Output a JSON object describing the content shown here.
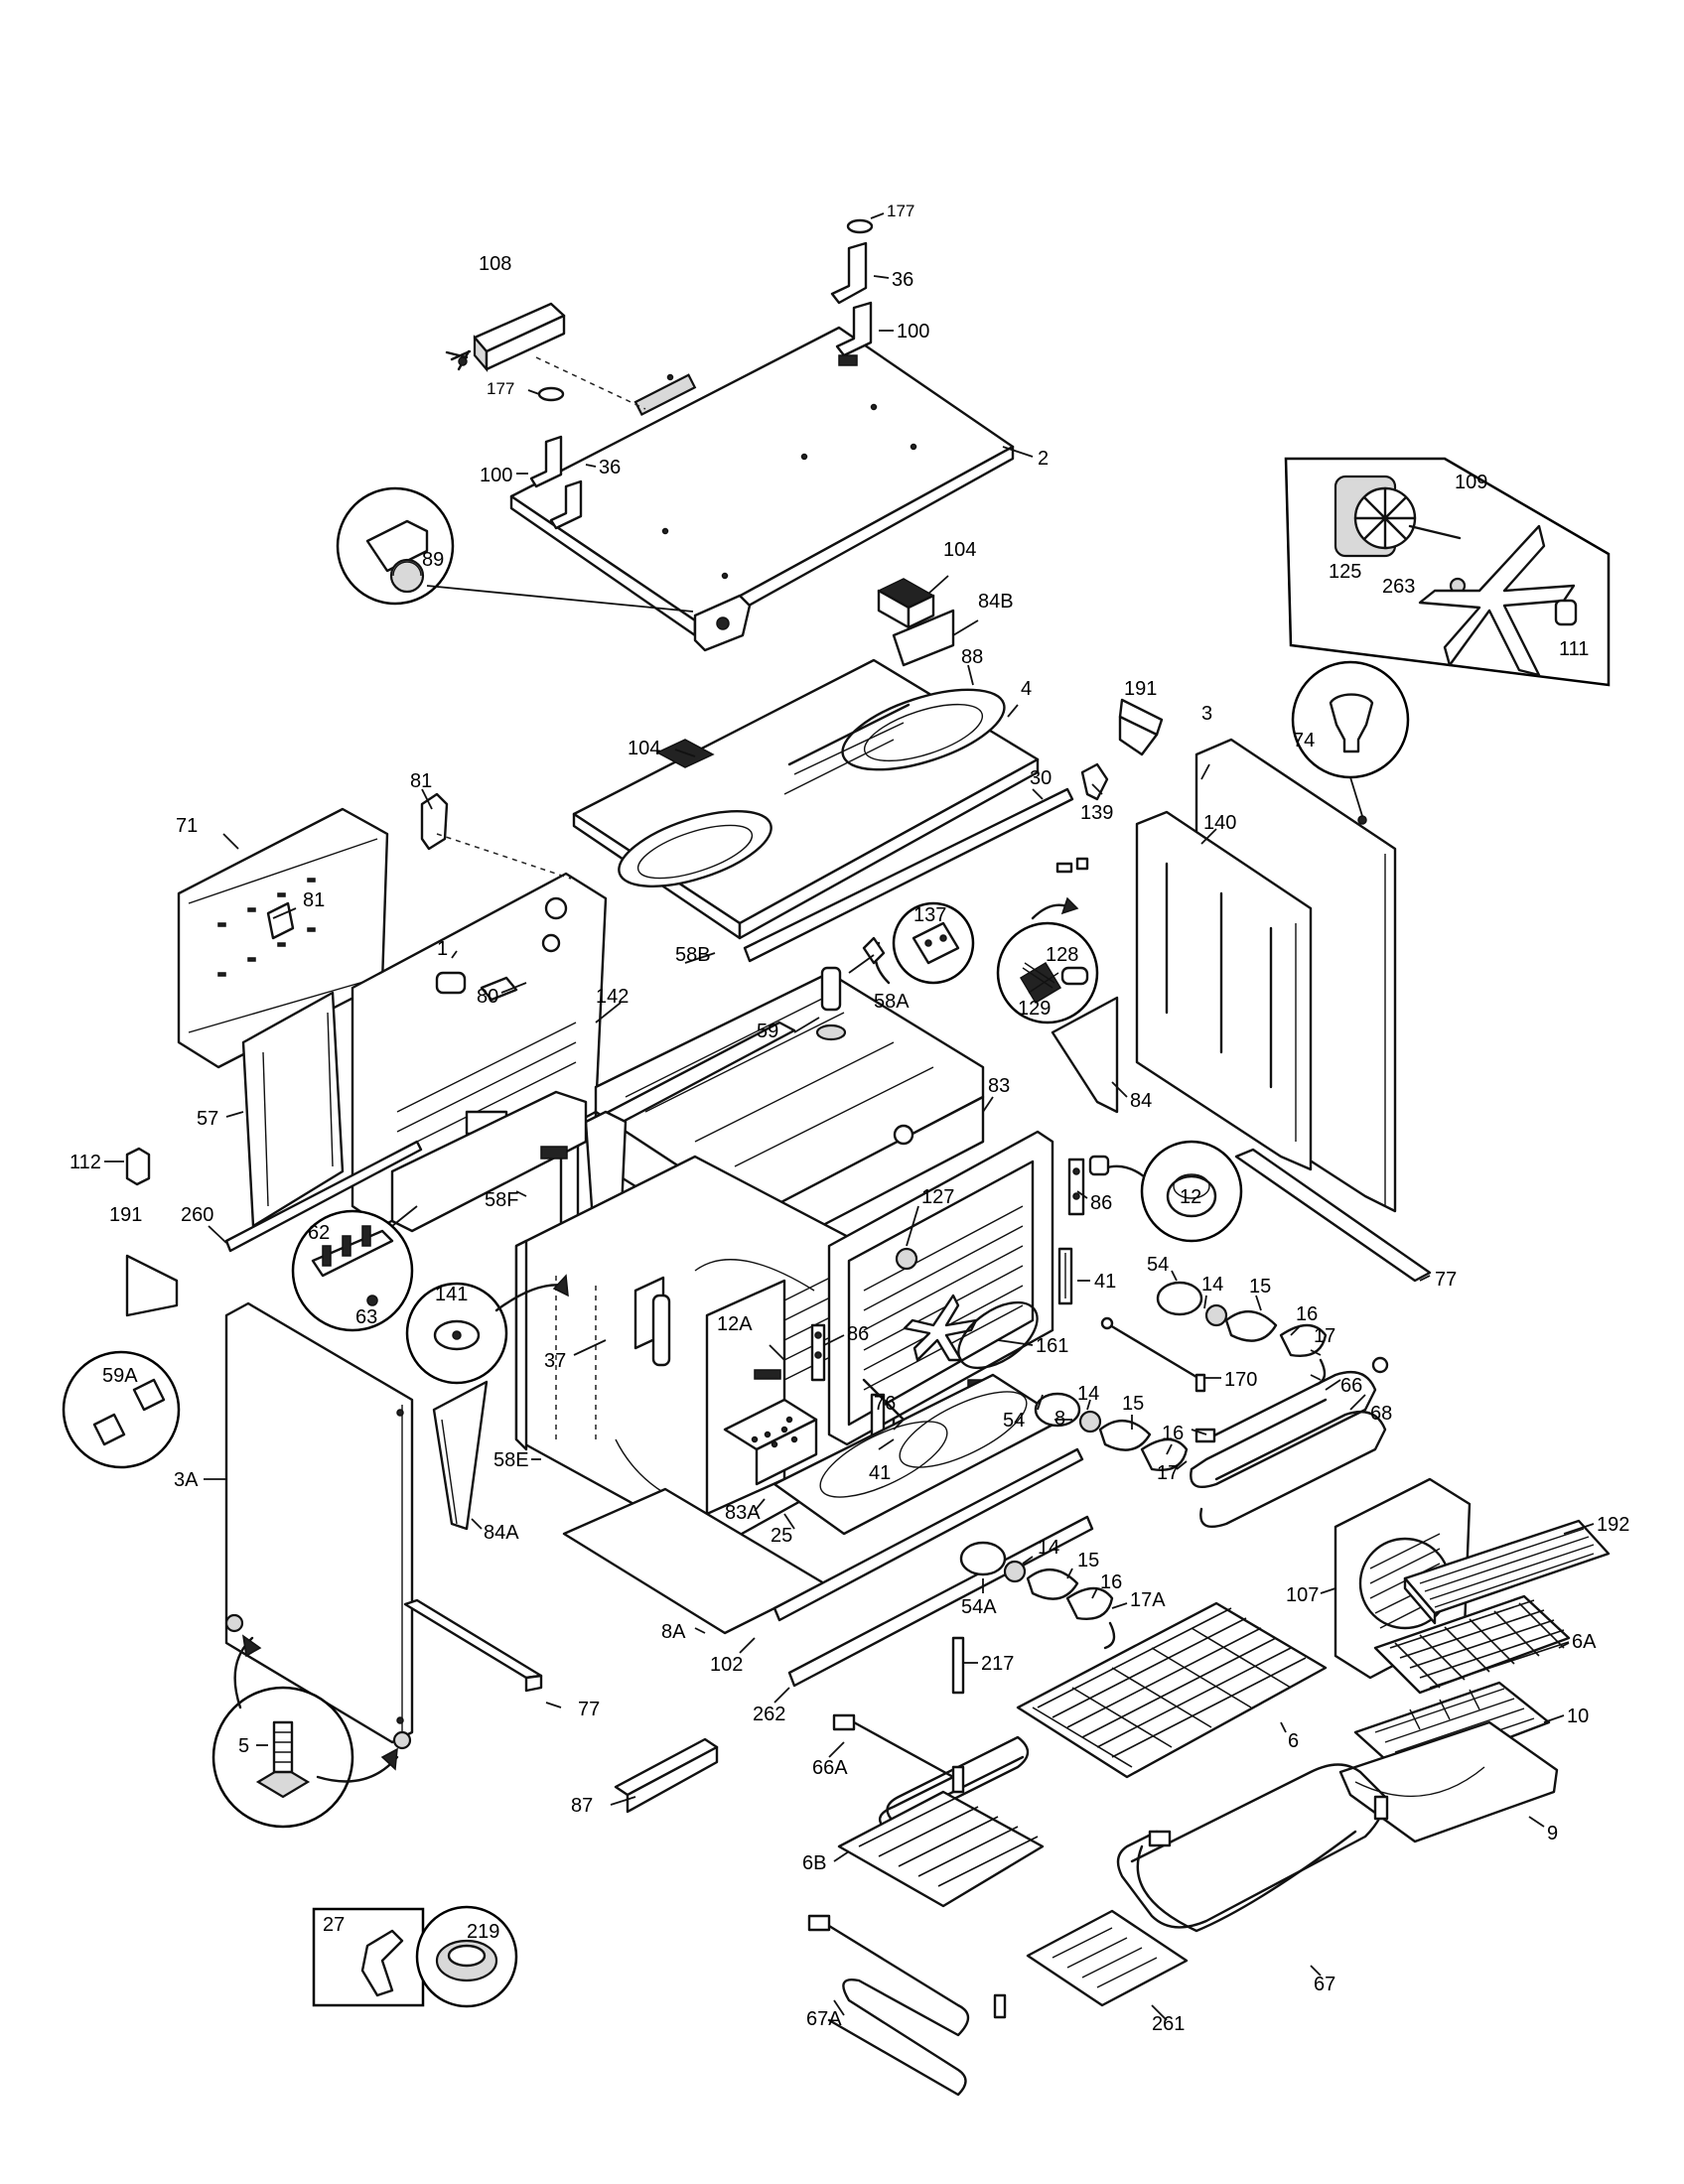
{
  "callouts": [
    {
      "id": "c177a",
      "text": "177"
    },
    {
      "id": "c36a",
      "text": "36"
    },
    {
      "id": "c108",
      "text": "108"
    },
    {
      "id": "c100a",
      "text": "100"
    },
    {
      "id": "c177b",
      "text": "177"
    },
    {
      "id": "c100b",
      "text": "100"
    },
    {
      "id": "c36b",
      "text": "36"
    },
    {
      "id": "c2",
      "text": "2"
    },
    {
      "id": "c89",
      "text": "89"
    },
    {
      "id": "c104a",
      "text": "104"
    },
    {
      "id": "c84b",
      "text": "84B"
    },
    {
      "id": "c125",
      "text": "125"
    },
    {
      "id": "c109",
      "text": "109"
    },
    {
      "id": "c263",
      "text": "263"
    },
    {
      "id": "c111",
      "text": "111"
    },
    {
      "id": "c88",
      "text": "88"
    },
    {
      "id": "c4",
      "text": "4"
    },
    {
      "id": "c191a",
      "text": "191"
    },
    {
      "id": "c3",
      "text": "3"
    },
    {
      "id": "c74",
      "text": "74"
    },
    {
      "id": "c104b",
      "text": "104"
    },
    {
      "id": "c30",
      "text": "30"
    },
    {
      "id": "c139",
      "text": "139"
    },
    {
      "id": "c140",
      "text": "140"
    },
    {
      "id": "c81a",
      "text": "81"
    },
    {
      "id": "c71",
      "text": "71"
    },
    {
      "id": "c81b",
      "text": "81"
    },
    {
      "id": "c1",
      "text": "1"
    },
    {
      "id": "c137",
      "text": "137"
    },
    {
      "id": "c128",
      "text": "128"
    },
    {
      "id": "c129",
      "text": "129"
    },
    {
      "id": "c58b",
      "text": "58B"
    },
    {
      "id": "c58a",
      "text": "58A"
    },
    {
      "id": "c59",
      "text": "59"
    },
    {
      "id": "c80",
      "text": "80"
    },
    {
      "id": "c142",
      "text": "142"
    },
    {
      "id": "c57",
      "text": "57"
    },
    {
      "id": "c84",
      "text": "84"
    },
    {
      "id": "c83",
      "text": "83"
    },
    {
      "id": "c112",
      "text": "112"
    },
    {
      "id": "c12",
      "text": "12"
    },
    {
      "id": "c127",
      "text": "127"
    },
    {
      "id": "c86a",
      "text": "86"
    },
    {
      "id": "c191b",
      "text": "191"
    },
    {
      "id": "c260",
      "text": "260"
    },
    {
      "id": "c58f",
      "text": "58F"
    },
    {
      "id": "c62",
      "text": "62"
    },
    {
      "id": "c54a",
      "text": "54"
    },
    {
      "id": "c14a",
      "text": "14"
    },
    {
      "id": "c77a",
      "text": "77"
    },
    {
      "id": "c41a",
      "text": "41"
    },
    {
      "id": "c15a",
      "text": "15"
    },
    {
      "id": "c63",
      "text": "63"
    },
    {
      "id": "c141",
      "text": "141"
    },
    {
      "id": "c12a",
      "text": "12A"
    },
    {
      "id": "c86b",
      "text": "86"
    },
    {
      "id": "c161",
      "text": "161"
    },
    {
      "id": "c16a",
      "text": "16"
    },
    {
      "id": "c17a",
      "text": "17"
    },
    {
      "id": "c59a",
      "text": "59A"
    },
    {
      "id": "c37",
      "text": "37"
    },
    {
      "id": "c170",
      "text": "170"
    },
    {
      "id": "c54b",
      "text": "54"
    },
    {
      "id": "c14b",
      "text": "14"
    },
    {
      "id": "c15b",
      "text": "15"
    },
    {
      "id": "c66",
      "text": "66"
    },
    {
      "id": "c76",
      "text": "76"
    },
    {
      "id": "c8",
      "text": "8"
    },
    {
      "id": "c16b",
      "text": "16"
    },
    {
      "id": "c68",
      "text": "68"
    },
    {
      "id": "c41b",
      "text": "41"
    },
    {
      "id": "c17b",
      "text": "17"
    },
    {
      "id": "c3a",
      "text": "3A"
    },
    {
      "id": "c58e",
      "text": "58E"
    },
    {
      "id": "c84a",
      "text": "84A"
    },
    {
      "id": "c83a",
      "text": "83A"
    },
    {
      "id": "c25",
      "text": "25"
    },
    {
      "id": "c192",
      "text": "192"
    },
    {
      "id": "c14c",
      "text": "14"
    },
    {
      "id": "c15c",
      "text": "15"
    },
    {
      "id": "c107",
      "text": "107"
    },
    {
      "id": "c16c",
      "text": "16"
    },
    {
      "id": "c54c",
      "text": "54A"
    },
    {
      "id": "c17c",
      "text": "17A"
    },
    {
      "id": "c6a",
      "text": "6A"
    },
    {
      "id": "c8a",
      "text": "8A"
    },
    {
      "id": "c217",
      "text": "217"
    },
    {
      "id": "c102",
      "text": "102"
    },
    {
      "id": "c10",
      "text": "10"
    },
    {
      "id": "c262",
      "text": "262"
    },
    {
      "id": "c77b",
      "text": "77"
    },
    {
      "id": "c6",
      "text": "6"
    },
    {
      "id": "c5",
      "text": "5"
    },
    {
      "id": "c66a",
      "text": "66A"
    },
    {
      "id": "c9",
      "text": "9"
    },
    {
      "id": "c87",
      "text": "87"
    },
    {
      "id": "c6b",
      "text": "6B"
    },
    {
      "id": "c27",
      "text": "27"
    },
    {
      "id": "c219",
      "text": "219"
    },
    {
      "id": "c67",
      "text": "67"
    },
    {
      "id": "c67a",
      "text": "67A"
    },
    {
      "id": "c261",
      "text": "261"
    }
  ]
}
